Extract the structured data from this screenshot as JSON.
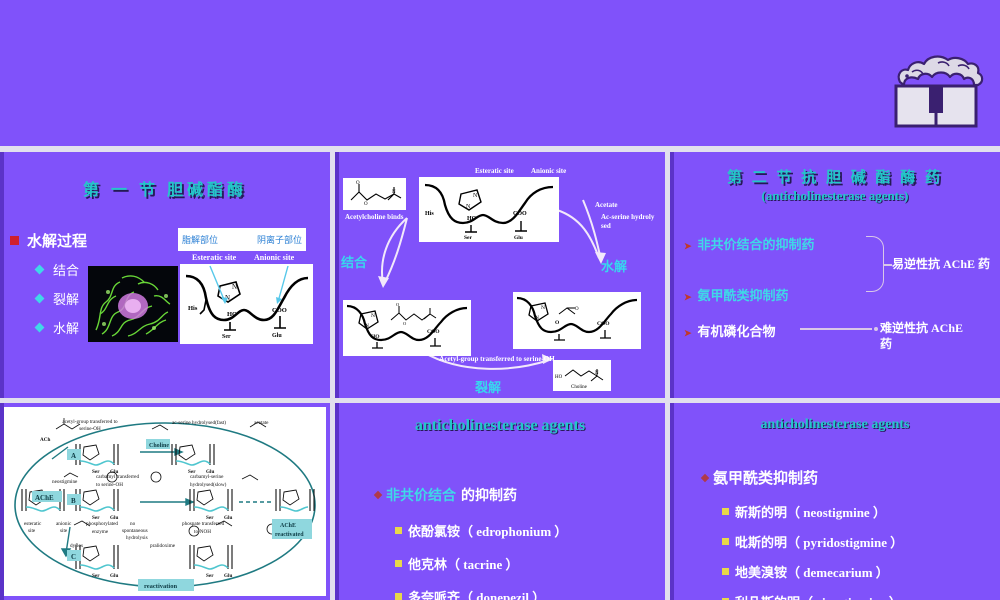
{
  "banner": {
    "logo_icon": "dragon-book-logo"
  },
  "theme": {
    "slide_bg": "#8052fa",
    "page_bg": "#e2e0ee",
    "title_teal": "#23c8c8",
    "accent_cyan": "#3fd8e8",
    "bullet_red": "#cf1f2e",
    "bullet_yellow": "#e8d84a"
  },
  "slide1": {
    "title": "第 一 节  胆碱酯酶",
    "bullet_main": "水解过程",
    "sub_bullets": [
      "结合",
      "裂解",
      "水解"
    ],
    "cn_label_left": "脂解部位",
    "cn_label_right": "阴离子部位",
    "site_left": "Esteratic site",
    "site_right": "Anionic site",
    "enzyme_labels": [
      "His",
      "N",
      "N",
      "HO",
      "Ser",
      "COO",
      "Glu"
    ],
    "protein_image_alt": "acetylcholinesterase-ribbon-structure"
  },
  "slide2": {
    "top_left_site": "Esteratic site",
    "top_right_site": "Anionic site",
    "caption_bind": "Acetylcholine binds",
    "caption_acetate": "Acetate",
    "caption_hydrolysed": "Ac-serine hydroly sed",
    "caption_transfer": "Acetyl-group transferred to serine-OH",
    "caption_choline": "Choline",
    "cn_bind": "结合",
    "cn_hydrolysis": "水解",
    "cn_cleavage": "裂解"
  },
  "slide3": {
    "title_cn": "第 二 节 抗 胆 碱 酯 酶 药",
    "title_en": "(anticholinesterase agents)",
    "bullet1": "非共价结合的抑制药",
    "bullet2": "氨甲酰类抑制药",
    "bullet3": "有机磷化合物",
    "right1": "易逆性抗 AChE 药",
    "right2": "难逆性抗 AChE 药"
  },
  "slide4": {
    "caption_a": "A",
    "caption_b": "B",
    "caption_c": "C",
    "label_ache": "AChE",
    "label_ache_reactivated": "AChE reactivated",
    "label_reactivation": "reactivation",
    "label_ach": "ACh",
    "label_acetyl_transfer": "acetyl-group transferred to serine-OH",
    "label_ac_serine": "ac-serine hydrolysed(fast)",
    "label_acetate": "acetate",
    "label_choline": "Choline",
    "label_neostigmine": "neostigmine",
    "label_carbamyl_transfer": "carbamyl transferred to serine-OH",
    "label_carbamyl_serine": "carbamyl-serine hydrolysed(slow)",
    "label_esteratic_site": "esteratic site",
    "label_anionic_site": "anionic site",
    "label_dyflos": "dyflos",
    "label_phosphorylated": "phosphorylated enzyme",
    "label_no_hydrolysis": "no spontaneous hydrolysis",
    "label_phospate_transfer": "phospate transferred to NOH",
    "label_pralidoxime": "pralidoxime"
  },
  "slide5": {
    "title": "anticholinesterase agents",
    "lvl1_cyan": "非共价结合",
    "lvl1_white": "的抑制药",
    "items": [
      "依酚氯铵（ edrophonium ）",
      "他克林（ tacrine ）",
      "多奈哌齐（ donepezil ）"
    ]
  },
  "slide6": {
    "title": "anticholinesterase agents",
    "lvl1": "氨甲酰类抑制药",
    "items": [
      "新斯的明（ neostigmine ）",
      "吡斯的明（ pyridostigmine ）",
      "地美溴铵（ demecarium ）",
      "利凡斯的明（ rivastigmine ）"
    ]
  }
}
